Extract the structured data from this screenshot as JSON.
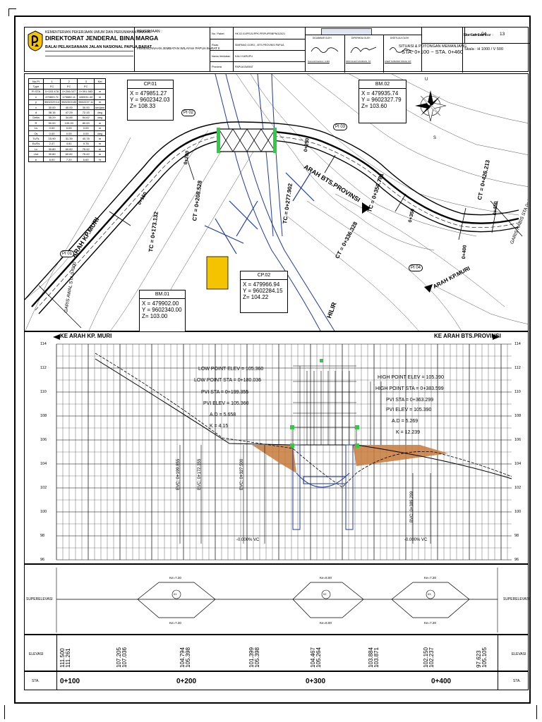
{
  "header": {
    "ministry": "KEMENTERIAN PEKERJAAN UMUM DAN PERUMAHAN RAKYAT",
    "directorate": "DIREKTORAT JENDERAL BINA MARGA",
    "office": "BALAI PELAKSANAAN JALAN NASIONAL PAPUA BARAT",
    "project_label": "PEKERJAAN :",
    "project_name": "PERENCANAAN JEMBATAN WILAYAH PAPUA BARAT II",
    "fields": [
      {
        "label": "No. Paket",
        "value": "HK.02.01/PRJ/1/PPK.PR/PUPR/BPNG/2021"
      },
      {
        "label": "Ruas",
        "value": "SIMPANG GORO - BTS.PROVINSI PAPUA"
      },
      {
        "label": "Nama Jembatan",
        "value": "KALI KARUPU"
      },
      {
        "label": "Provinsi",
        "value": "PAPUA BARAT"
      }
    ],
    "sign_roles": [
      "DIGAMBAR OLEH",
      "DIPERIKSA OLEH",
      "DISETUJUI OLEH"
    ],
    "sign_names": [
      "Sumardi Kardeni, A.Md",
      "IRON ALEX KANDIAN, ST",
      "ASEP SUBANDI MSCE, MT"
    ],
    "sheet_no_label": "No. Lembar :",
    "sheet_no": "04",
    "sheet_total_label": "Jumlah Lembar :",
    "sheet_total": "13",
    "drawing_title": "SITUASI & POTONGAN MEMANJANG",
    "drawing_sta": "STA. 0+100 ~ STA. 0+460",
    "scale": "Skala : H 1000 / V 500"
  },
  "plan": {
    "pi_table": {
      "head": [
        "No.PI",
        "1",
        "2",
        "3",
        "Ket"
      ],
      "rows": [
        [
          "Type",
          "FC",
          "FC",
          "FC",
          ""
        ],
        [
          "PI STA",
          "0+103.478",
          "0+206.027",
          "0+391.583",
          "m"
        ],
        [
          "x",
          "479803.71",
          "479880.11",
          "480031.43",
          "m"
        ],
        [
          "y",
          "9602229.14",
          "9602303.83",
          "9602237.11",
          "m"
        ],
        [
          "v",
          "30.00",
          "40.00",
          "30.00",
          "km/jam"
        ],
        [
          "d",
          "38.16",
          "47.29",
          "72.15",
          "deg"
        ],
        [
          "Delta",
          "35.29",
          "34.85",
          "54.62",
          "deg"
        ],
        [
          "R",
          "50.00",
          "100.00",
          "80.00",
          "m"
        ],
        [
          "Ls",
          "0.00",
          "0.00",
          "0.00",
          "m"
        ],
        [
          "Os",
          "0.00",
          "0.00",
          "0.00",
          "deg"
        ],
        [
          "Tc/Ts",
          "15.90",
          "31.39",
          "40.78",
          "m"
        ],
        [
          "Ec/Es",
          "2.47",
          "4.81",
          "9.78",
          "m"
        ],
        [
          "Lc",
          "30.80",
          "60.82",
          "75.42",
          "m"
        ],
        [
          "Ltot",
          "30.80",
          "60.82",
          "75.42",
          "m"
        ],
        [
          "e",
          "8.00",
          "7.20",
          "5.60",
          "%"
        ]
      ]
    },
    "cp01": {
      "title": "CP.01",
      "x": "X = 479851.27",
      "y": "Y = 9602342.03",
      "z": "Z= 108.33"
    },
    "bm02": {
      "title": "BM.02",
      "x": "X = 479935.74",
      "y": "Y = 9602327.79",
      "z": "Z= 103.60"
    },
    "cp02": {
      "title": "CP.02",
      "x": "X = 479966.94",
      "y": "Y = 9602284.15",
      "z": "Z= 104.22"
    },
    "bm01": {
      "title": "BM.01",
      "x": "X = 479902.00",
      "y": "Y = 9602340.00",
      "z": "Z= 103.00"
    },
    "labels": {
      "kp_muri_left": "ARAH KP.MURI",
      "kp_muri_right": "ARAH KP.MURI",
      "bts_provinsi": "ARAH BTS.PROVINSI",
      "hilir": "HILIR",
      "awal": "GARIS AWAL STA 0+000",
      "akhir": "GARIS HABIS STA 0+460",
      "pi1": "PI 01",
      "pi2": "PI 02",
      "pi3": "PI 03",
      "pi4": "PI 04",
      "sta_450": "0+450",
      "sta_350": "0+350",
      "sta_400": "0+400",
      "sta_250": "0+250",
      "sta_200": "0+200",
      "sta_150": "0+150",
      "tc_1": "TC = 0+173.132",
      "ct_1": "CT = 0+208.528",
      "tc_2": "TC = 0+277.902",
      "ct_2": "CT = 0+336.328",
      "tc_3": "TC = 0+350.781",
      "ct_3": "CT = 0+426.213",
      "compass_u": "U",
      "compass_s": "S"
    }
  },
  "profile": {
    "left_direction": "KE ARAH KP. MURI",
    "right_direction": "KE ARAH BTS.PROVINSI",
    "elev_ticks": [
      "114",
      "112",
      "110",
      "108",
      "106",
      "104",
      "102",
      "100",
      "98",
      "96"
    ],
    "low_point": [
      "LOW POINT ELEV = 105.360",
      "LOW POINT STA = 0+180.036"
    ],
    "pvi_left": [
      "PVI STA = 0+199.355",
      "PVI ELEV = 105.360",
      "A.D = 5.658",
      "K = 4.15"
    ],
    "high_point": [
      "HIGH POINT ELEV = 105.390",
      "HIGH POINT STA = 0+383.599"
    ],
    "pvi_right": [
      "PVI STA = 0+363.299",
      "PVI ELEV = 105.390",
      "A.D = 5.269",
      "K = 12.239"
    ],
    "grade_left": "-0.000% VC",
    "grade_right": "-0.000% VC",
    "evc_labels": [
      "EVC: 0+199.855",
      "BVC: 0+172.355",
      "EVC: 0+327.500",
      "BVC: 0+389.299"
    ]
  },
  "superelevation": {
    "label": "SUPERELEVASI",
    "top_values": [
      "Ke=7.20",
      "Ke=8.00",
      "Ke=7.20"
    ],
    "bottom_values": [
      "Ke=7.20",
      "Ke=8.00",
      "Ke=7.20"
    ],
    "pis": [
      "01",
      "02",
      "03"
    ]
  },
  "elevation_row": {
    "label": "ELEVASI",
    "values": [
      "111.500",
      "111.261",
      "107.205",
      "107.036",
      "104.794",
      "105.398",
      "101.399",
      "105.398",
      "104.467",
      "105.264",
      "103.884",
      "103.871",
      "102.150",
      "102.237",
      "97.623",
      "105.105"
    ]
  },
  "sta_row": {
    "label": "STA.",
    "values": [
      "0+100",
      "0+200",
      "0+300",
      "0+400"
    ]
  }
}
